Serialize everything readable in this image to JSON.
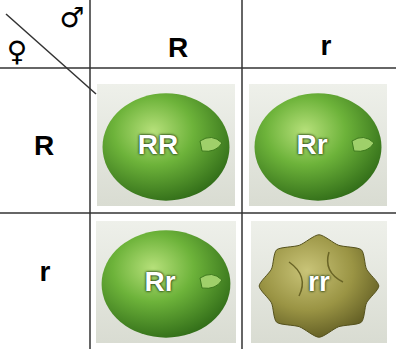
{
  "diagram": {
    "nodes": [
      {
        "text": [
          "RR"
        ]
      },
      {
        "text": [
          "Rr"
        ]
      },
      {
        "text": [
          "Rr"
        ]
      },
      {
        "text": [
          "rr"
        ]
      }
    ],
    "labels": [
      "♂",
      "♀",
      "R",
      "r",
      "R",
      "r"
    ]
  }
}
